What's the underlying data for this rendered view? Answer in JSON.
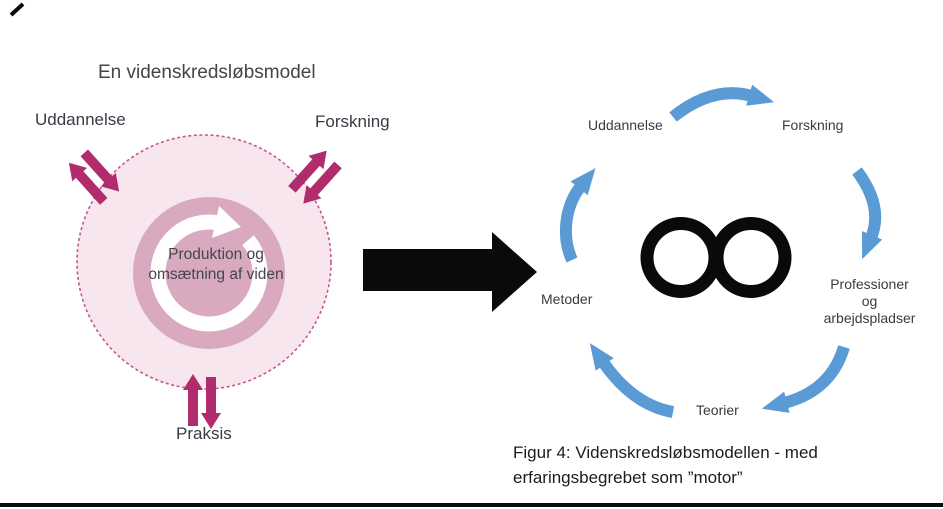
{
  "figure": {
    "left": {
      "title": "En videnskredsløbsmodel",
      "label_top_left": "Uddannelse",
      "label_top_right": "Forskning",
      "label_bottom": "Praksis",
      "center_text": "Produktion og\nomsætning af viden"
    },
    "right": {
      "label_top_left": "Uddannelse",
      "label_top_right": "Forskning",
      "label_right": "Professioner\nog\narbejdspladser",
      "label_bottom": "Teorier",
      "label_left": "Metoder",
      "infinity_symbol": "∞"
    },
    "caption": "Figur 4: Videnskredsløbsmodellen - med\nerfaringsbegrebet som ”motor”"
  },
  "icons": {
    "cycle_icon": "circular-refresh-arrows",
    "transform_icon": "big-right-arrow",
    "exchange_icon": "magenta-double-arrows",
    "flow_icons": "blue-curved-arrows",
    "infinity_icon": "infinity-loop"
  },
  "colors": {
    "magenta": "#b02c6c",
    "pink-light": "#f7e6ee",
    "pink-border": "#c4578f",
    "pink-mid": "#d9a9bf",
    "blue": "#5b9bd5",
    "ink": "#0a0a0a",
    "text": "#3a3a44"
  }
}
